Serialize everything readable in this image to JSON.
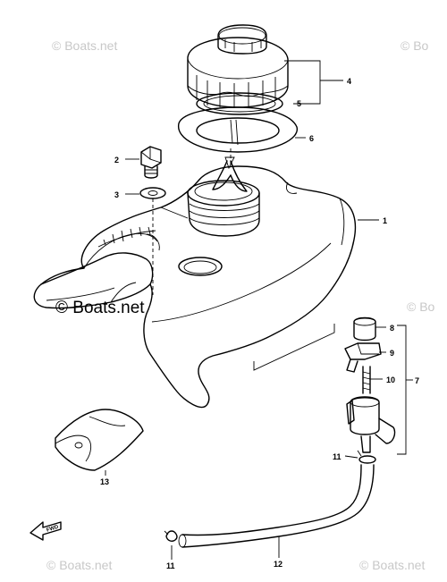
{
  "watermarks": {
    "top_left": "© Boats.net",
    "top_right": "© Bo",
    "center": "© Boats.net",
    "right_mid": "© Bo",
    "bottom_left": "© Boats.net",
    "bottom_right": "© Boats.net"
  },
  "callouts": [
    "1",
    "2",
    "3",
    "4",
    "5",
    "6",
    "7",
    "8",
    "9",
    "10",
    "11",
    "11",
    "12",
    "13"
  ],
  "fwd_label": "FWD"
}
